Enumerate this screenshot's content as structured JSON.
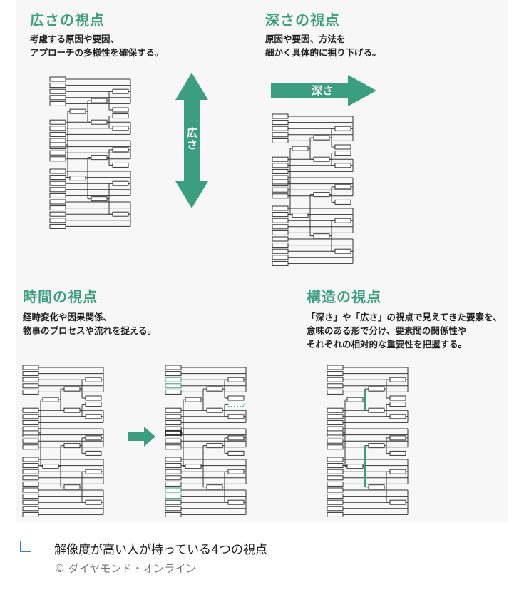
{
  "colors": {
    "accent": "#3a9e7f",
    "text": "#222222",
    "line": "#333333",
    "background": "#f7f7f7",
    "caption_marker": "#3a7bd5"
  },
  "panels": {
    "breadth": {
      "title": "広さの視点",
      "desc": [
        "考慮する原因や要因、",
        "アプローチの多様性を確保する。"
      ],
      "arrow_label": "広さ"
    },
    "depth": {
      "title": "深さの視点",
      "desc": [
        "原因や要因、方法を",
        "細かく具体的に掘り下げる。"
      ],
      "arrow_label": "深さ"
    },
    "time": {
      "title": "時間の視点",
      "desc": [
        "経時変化や因果関係、",
        "物事のプロセスや流れを捉える。"
      ]
    },
    "structure": {
      "title": "構造の視点",
      "desc": [
        "「深さ」や「広さ」の視点で見えてきた要素を、",
        "意味のある形で分け、要素間の関係性や",
        "それぞれの相対的な重要性を把握する。"
      ]
    }
  },
  "caption": {
    "text": "解像度が高い人が持っている4つの視点",
    "credit": "© ダイヤモンド・オンライン"
  }
}
